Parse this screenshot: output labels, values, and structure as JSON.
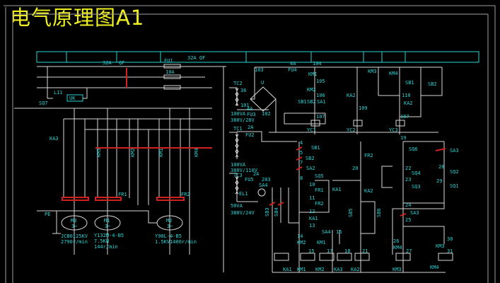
{
  "title": "电气原理图A1",
  "header_table": {
    "breaker_cell": "32A QF"
  },
  "colors": {
    "background": "#000000",
    "title": "#f0f020",
    "text": "#2ad4d4",
    "wire": "#d8d8d8",
    "contact": "#d02020"
  },
  "power": {
    "breaker": "32A",
    "qf": "QF",
    "fu1": "FU1",
    "fu1_rating": "10A",
    "l11": "L11",
    "uk": "UK",
    "sq7": "SQ7",
    "ka3": "KA3",
    "km_labels": [
      "KM1",
      "KM2",
      "KM3",
      "KM4"
    ],
    "fr1": "FR1",
    "fr2": "FR2",
    "pe": "PE",
    "motors": [
      {
        "id": "M3",
        "phase": "3~",
        "model": "JCB0125KV",
        "spec": "2790r/min"
      },
      {
        "id": "M1",
        "phase": "3~",
        "model": "Y132M-4-B5",
        "spec": "7.5KW",
        "spec2": "144r/min"
      },
      {
        "id": "M2",
        "phase": "3~",
        "model": "Y90L-4-B5",
        "spec": "1.5KV1400r/min"
      }
    ]
  },
  "transformers": {
    "tc2": "TC2",
    "tc2_36": "36",
    "tc2_101": "101",
    "tc2_va": "100VA",
    "tc2_v": "380V/28V",
    "fu3": "FU3",
    "fu3_a": "4A",
    "u": "U",
    "n102": "102",
    "tc1": "TC1",
    "fu2": "FU2",
    "fu2_a": "2A",
    "tc1_va": "100VA",
    "tc1_v": "380V/110V",
    "tc3": "TC3",
    "fu5": "FU5",
    "fu5_a": "2A",
    "n203": "203",
    "sa4": "SA4",
    "el1": "EL1",
    "tc3_va": "50VA",
    "tc3_v": "380V/24V"
  },
  "control": {
    "n103": "103",
    "fu4": "FU4",
    "fu4_a": "4A",
    "n104": "104",
    "km1": "KM1",
    "n105": "105",
    "km2": "KM2",
    "n106": "106",
    "sb1": "SB1",
    "sb2": "SB2",
    "sa1": "SA1",
    "n107": "107",
    "yc1": "YC1",
    "ka2": "KA2",
    "n109": "109",
    "yc2": "YC2",
    "km3": "KM3",
    "km4": "KM4",
    "n110": "110",
    "yc3": "YC3",
    "sb1b": "SB1",
    "sb2b": "SB2",
    "n4": "4",
    "sb1c": "SB1",
    "n5": "5",
    "sb2c": "SB2",
    "n7": "7",
    "sa2": "SA2",
    "n8": "8",
    "sq5": "SQ5",
    "n10": "10",
    "fr1": "FR1",
    "n11": "11",
    "fr2": "FR2",
    "n12": "12",
    "ka1": "KA1",
    "n13": "13",
    "sb3": "SB3",
    "sb4": "SB4",
    "ka1b": "KA1",
    "sq5b": "SQ5",
    "n3": "3",
    "ka1c": "KA1",
    "n20": "20",
    "ka2b": "KA2",
    "fr2b": "FR2",
    "sb5": "SB5",
    "sb6": "SB6",
    "n14": "14",
    "km2b": "KM2",
    "sa4": "SA4",
    "km1b": "KM1",
    "n16": "16",
    "sa1b": "SA1",
    "n15": "15",
    "n17": "17",
    "n18": "18",
    "n21": "21",
    "n19": "19",
    "sq6": "SQ6",
    "sa3": "SA3",
    "n22": "22",
    "sq4": "SQ4",
    "n23": "23",
    "sq3": "SQ3",
    "sa3b": "SA3",
    "sq6b": "SQ6",
    "n28": "28",
    "sq2": "SQ2",
    "n29": "29",
    "sq1": "SQ1",
    "n24": "24",
    "sa3c": "SA3",
    "n25": "25",
    "sq1b": "SQ1",
    "sq3b": "SQ3",
    "sq2b": "SQ2",
    "sq4b": "SQ4",
    "n26": "26",
    "km4b": "KM4",
    "n27": "27",
    "n30": "30",
    "km3b": "KM3",
    "n31": "31",
    "coils": [
      "KA1",
      "KM1",
      "KM2",
      "KA3",
      "KA2",
      "KM3",
      "KM4"
    ]
  }
}
